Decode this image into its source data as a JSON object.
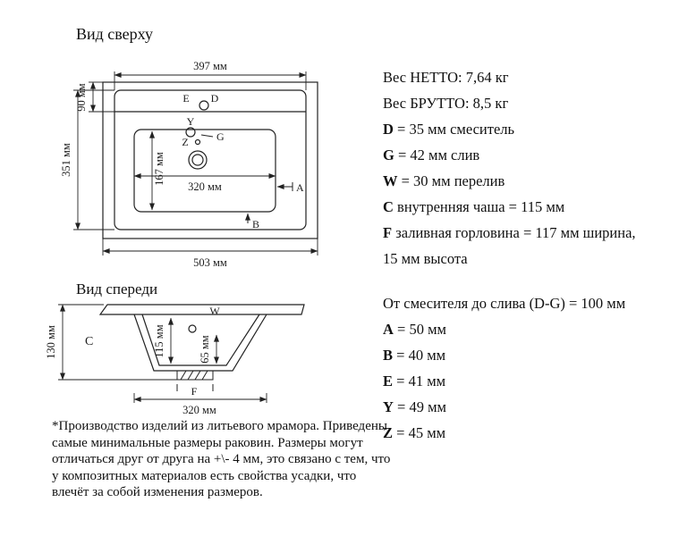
{
  "top_view": {
    "title": "Вид сверху",
    "dim_397": "397 мм",
    "dim_90": "90 мм",
    "dim_351": "351 мм",
    "dim_167": "167 мм",
    "dim_320": "320 мм",
    "dim_503": "503 мм",
    "label_e": "E",
    "label_d": "D",
    "label_y": "Y",
    "label_g": "G",
    "label_z": "Z",
    "label_a": "A",
    "label_b": "B"
  },
  "front_view": {
    "title": "Вид спереди",
    "dim_130": "130 мм",
    "dim_115": "115 мм",
    "dim_65": "65 мм",
    "dim_320": "320 мм",
    "label_w": "W",
    "label_c": "C",
    "label_f": "F"
  },
  "specs": {
    "lines": [
      {
        "key": "",
        "text": "Вес НЕТТО: 7,64 кг"
      },
      {
        "key": "",
        "text": "Вес БРУТТО: 8,5 кг"
      },
      {
        "key": "D",
        "text": " = 35 мм смеситель"
      },
      {
        "key": "G",
        "text": " = 42 мм слив"
      },
      {
        "key": "W",
        "text": " = 30 мм перелив"
      },
      {
        "key": "C",
        "text": " внутренняя чаша = 115 мм"
      },
      {
        "key": "F",
        "text": " заливная горловина = 117 мм ширина,"
      },
      {
        "key": "",
        "text": "15 мм высота"
      }
    ],
    "distance_line": "От смесителя до слива (D-G) = 100 мм",
    "letter_lines": [
      {
        "key": "A",
        "text": " = 50 мм"
      },
      {
        "key": "B",
        "text": " = 40 мм"
      },
      {
        "key": "E",
        "text": " = 41 мм"
      },
      {
        "key": "Y",
        "text": " = 49 мм"
      },
      {
        "key": "Z",
        "text": " = 45 мм"
      }
    ]
  },
  "footnote": "*Производство изделий из литьевого мрамора. Приведены самые минимальные размеры раковин. Размеры могут отличаться друг от друга на +\\- 4 мм, это связано с тем, что у композитных материалов есть свойства усадки, что влечёт за собой изменения размеров."
}
